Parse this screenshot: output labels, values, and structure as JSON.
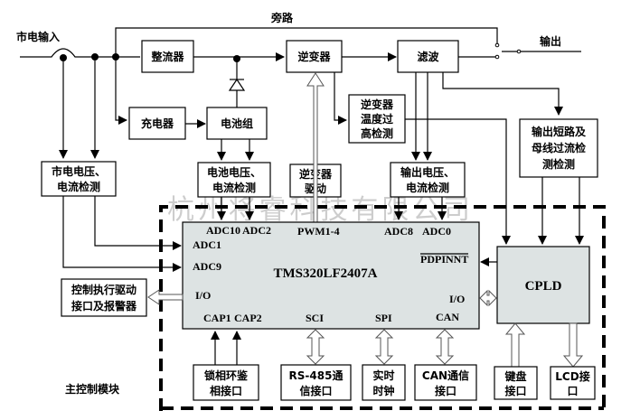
{
  "diagram": {
    "watermark": "杭州将睿科技有限公司",
    "labels": {
      "mains_input": "市电输入",
      "bypass": "旁路",
      "output": "输出",
      "main_control_module": "主控制模块"
    },
    "blocks": {
      "rectifier": "整流器",
      "inverter": "逆变器",
      "filter": "滤波",
      "charger": "充电器",
      "battery": "电池组",
      "inverter_temp": [
        "逆变器",
        "温度过",
        "高检测"
      ],
      "short_detect": [
        "输出短路及",
        "母线过流检",
        "测检测"
      ],
      "mains_detect": [
        "市电电压、",
        "电流检测"
      ],
      "battery_detect": [
        "电池电压、",
        "电流检测"
      ],
      "inverter_driver": [
        "逆变器",
        "驱动"
      ],
      "output_detect": [
        "输出电压、",
        "电流检测"
      ],
      "control_driver": [
        "控制执行驱动",
        "接口及报警器"
      ],
      "pll": [
        "锁相环鉴",
        "相接口"
      ],
      "rs485": [
        "RS-485通",
        "信接口"
      ],
      "rtc": [
        "实时",
        "时钟"
      ],
      "can_if": [
        "CAN通信",
        "接口"
      ],
      "keyboard": [
        "键盘",
        "接口"
      ],
      "lcd": [
        "LCD接",
        "口"
      ],
      "cpld": "CPLD"
    },
    "dsp": {
      "name": "TMS320LF2407A",
      "pins": {
        "adc10": "ADC10",
        "adc2": "ADC2",
        "pwm": "PWM1-4",
        "adc8": "ADC8",
        "adc0": "ADC0",
        "adc1": "ADC1",
        "adc9": "ADC9",
        "pdpint": "PDPINNT",
        "io_left": "I/O",
        "io_right": "I/O",
        "cap1": "CAP1",
        "cap2": "CAP2",
        "sci": "SCI",
        "spi": "SPI",
        "can": "CAN"
      }
    }
  }
}
